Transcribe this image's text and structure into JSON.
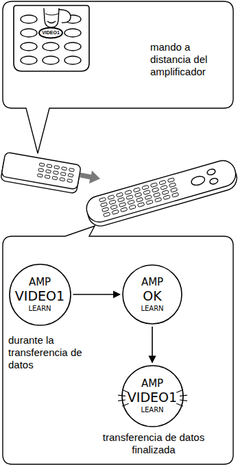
{
  "diagram": {
    "nodes": [
      {
        "text": [
          "mando a distancia del amplificador"
        ]
      },
      {
        "text": [
          "durante la transferencia de datos",
          "transferencia de datos finalizada"
        ]
      },
      {
        "text": [
          "AMP",
          "VIDEO1",
          "LEARN"
        ],
        "in": 1
      },
      {
        "text": [
          "AMP",
          "OK",
          "LEARN"
        ],
        "in": 1
      },
      {
        "text": [
          "AMP",
          "VIDEO1",
          "LEARN"
        ],
        "in": 1
      }
    ],
    "edges": [
      {
        "from": 2,
        "to": 3,
        "arrow": "to"
      },
      {
        "from": 3,
        "to": 4,
        "arrow": "to"
      }
    ],
    "labels": [
      "VIDEO1"
    ]
  }
}
